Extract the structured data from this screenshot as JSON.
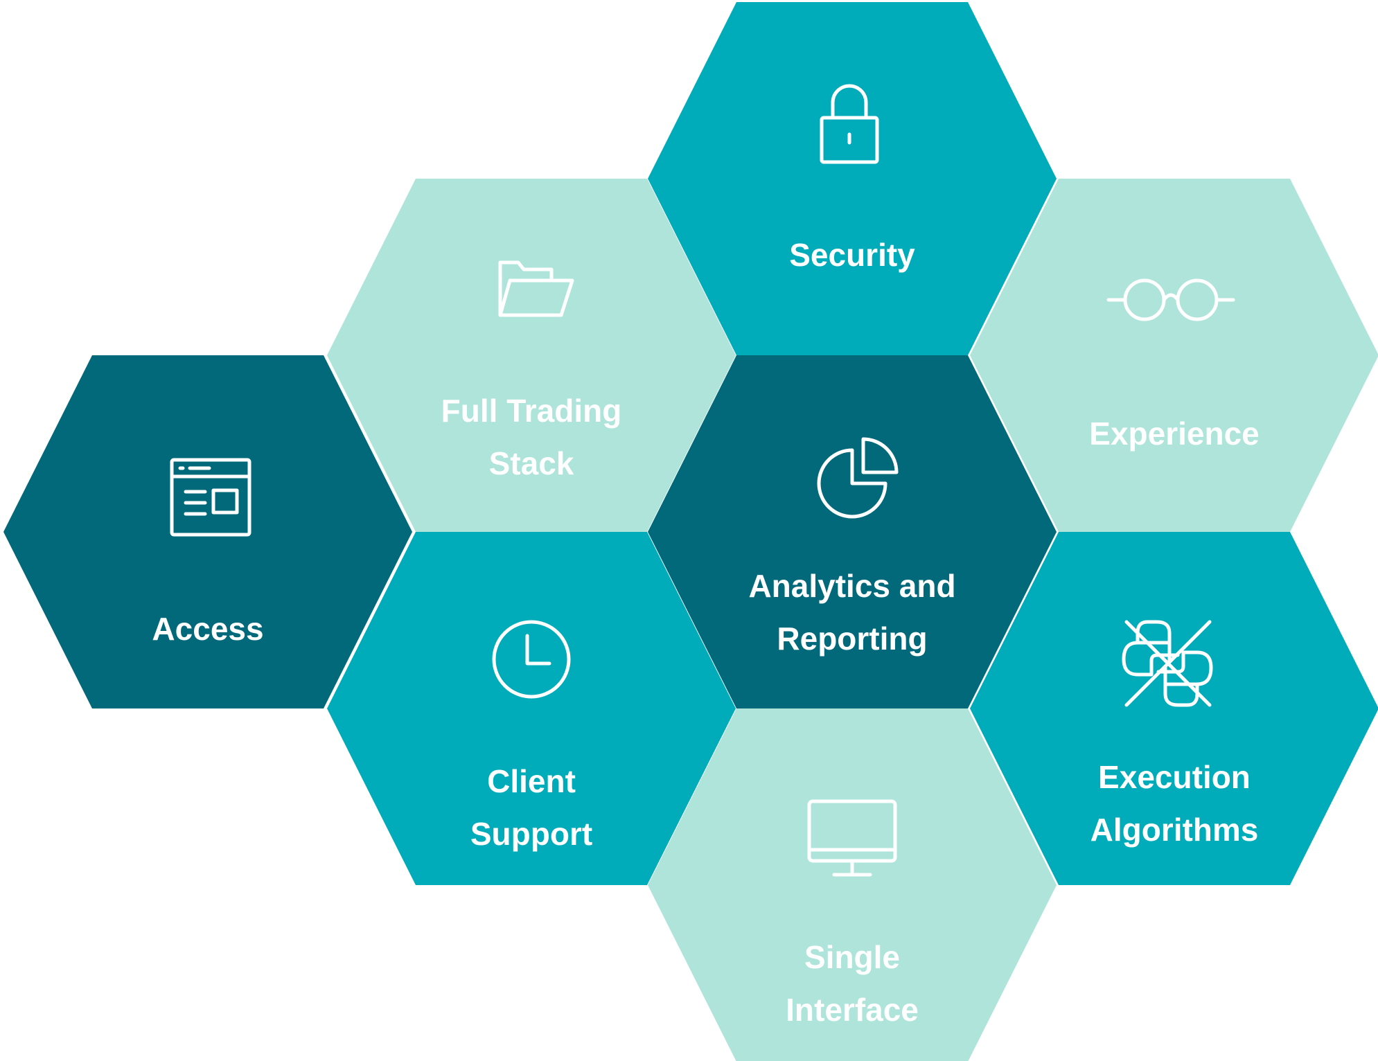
{
  "colors": {
    "dark": "#01697a",
    "medium": "#00acb9",
    "light": "#aee4da",
    "text": "#ffffff",
    "icon": "#ffffff"
  },
  "hexagons": [
    {
      "id": "security",
      "lines": [
        "Security"
      ],
      "shade": "medium",
      "icon": "lock-icon"
    },
    {
      "id": "full-trading-stack",
      "lines": [
        "Full Trading",
        "Stack"
      ],
      "shade": "light",
      "icon": "folder-icon"
    },
    {
      "id": "experience",
      "lines": [
        "Experience"
      ],
      "shade": "light",
      "icon": "glasses-icon"
    },
    {
      "id": "access",
      "lines": [
        "Access"
      ],
      "shade": "dark",
      "icon": "browser-window-icon"
    },
    {
      "id": "analytics-and-reporting",
      "lines": [
        "Analytics and",
        "Reporting"
      ],
      "shade": "dark",
      "icon": "pie-chart-icon"
    },
    {
      "id": "client-support",
      "lines": [
        "Client",
        "Support"
      ],
      "shade": "medium",
      "icon": "clock-icon"
    },
    {
      "id": "execution-algorithms",
      "lines": [
        "Execution",
        "Algorithms"
      ],
      "shade": "medium",
      "icon": "python-crossed-icon"
    },
    {
      "id": "single-interface",
      "lines": [
        "Single",
        "Interface"
      ],
      "shade": "light",
      "icon": "monitor-icon"
    }
  ]
}
